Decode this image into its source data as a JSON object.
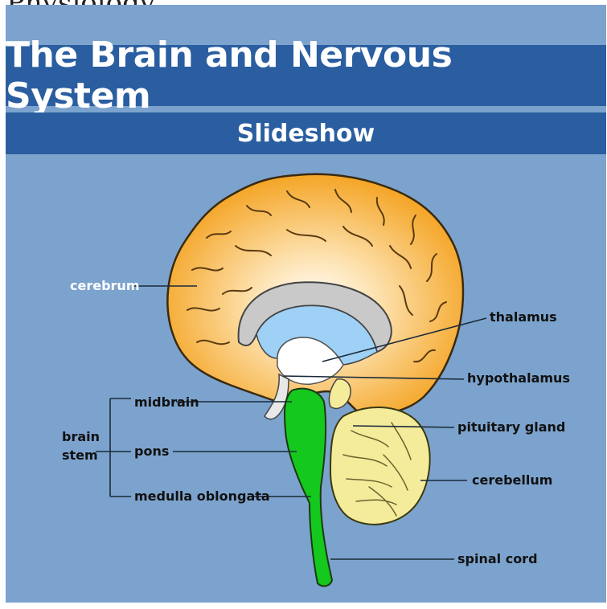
{
  "top_text": "Physiology",
  "title": "The Brain and Nervous System",
  "subtitle": "Slideshow",
  "labels": {
    "cerebrum": "cerebrum",
    "thalamus": "thalamus",
    "hypothalamus": "hypothalamus",
    "midbrain": "midbrain",
    "pituitary_gland": "pituitary gland",
    "brain": "brain",
    "stem": "stem",
    "pons": "pons",
    "cerebellum": "cerebellum",
    "medulla_oblongata": "medulla oblongata",
    "spinal_cord": "spinal cord"
  },
  "colors": {
    "background": "#7ca3cd",
    "banner": "#2a5ea0",
    "cerebrum": "#f5a623",
    "brainstem": "#14c81e",
    "cerebellum": "#f4ec9a",
    "ventricle": "#9fd0f5"
  }
}
